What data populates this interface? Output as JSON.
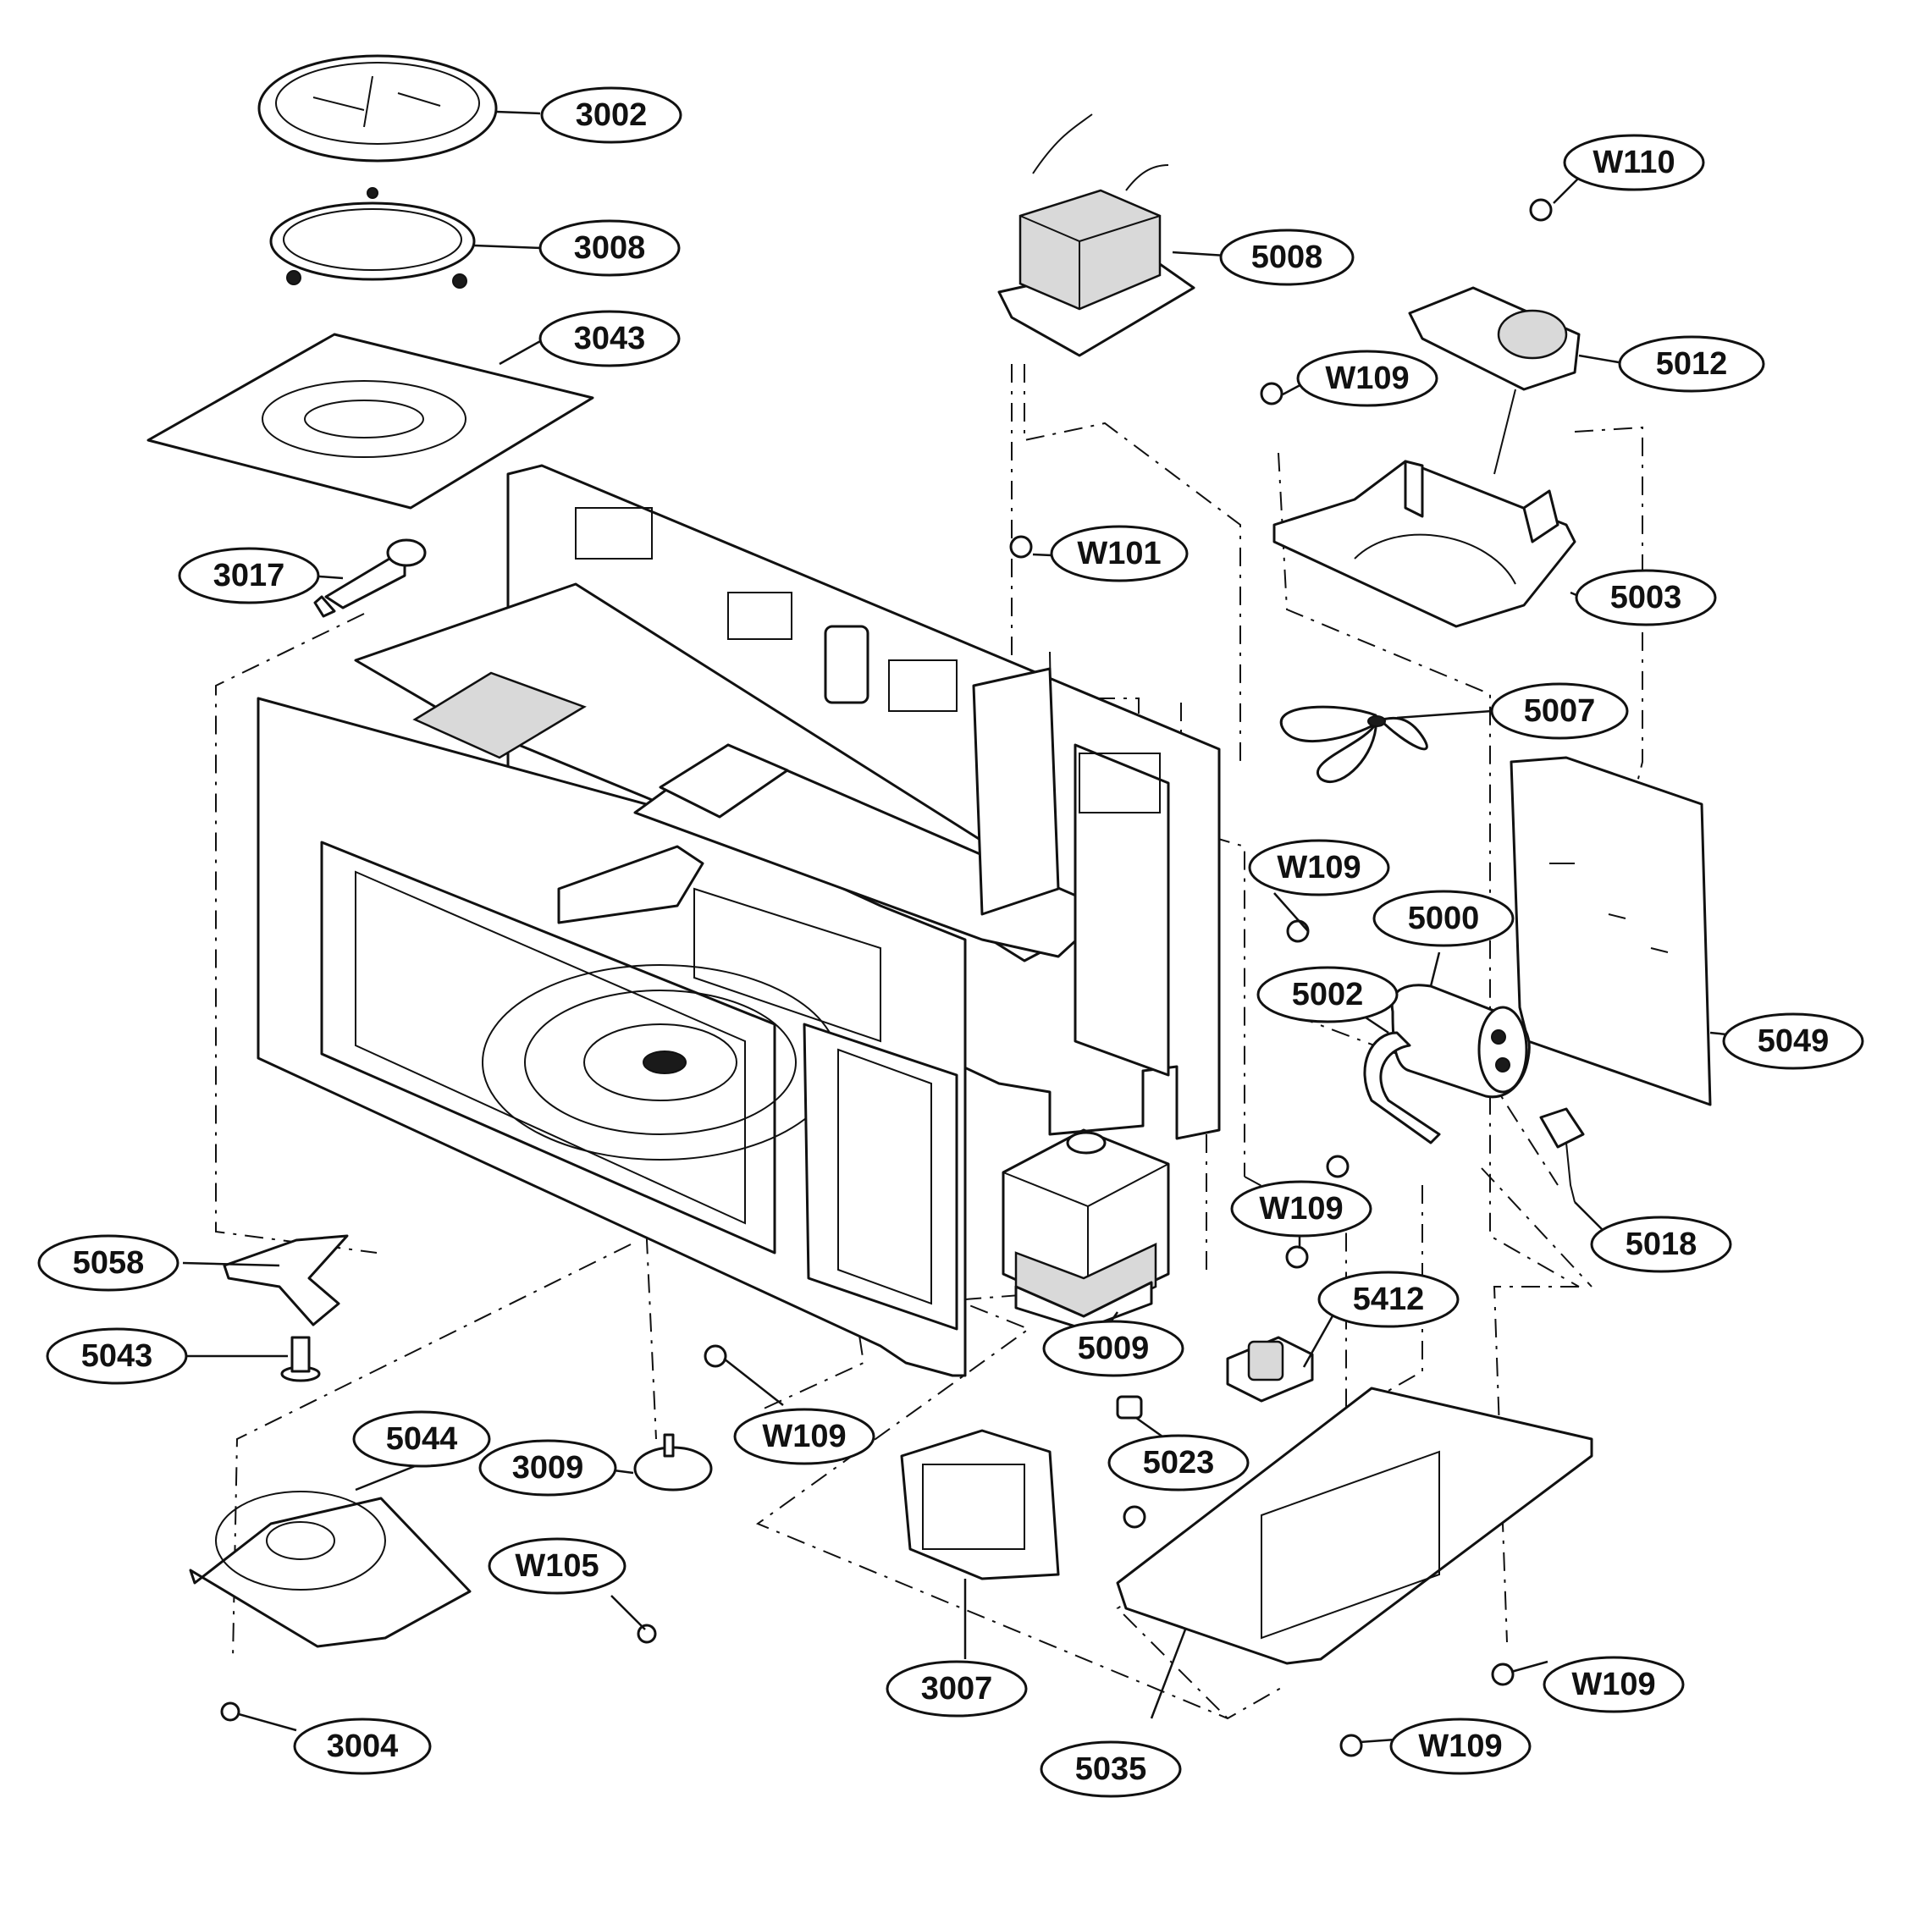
{
  "callouts": {
    "c3002": "3002",
    "c3008": "3008",
    "c3043": "3043",
    "c3017": "3017",
    "c5008": "5008",
    "cW110": "W110",
    "c5012": "5012",
    "cW109a": "W109",
    "cW101": "W101",
    "c5003": "5003",
    "c5007": "5007",
    "cW109b": "W109",
    "c5000": "5000",
    "c5002": "5002",
    "c5049": "5049",
    "c5058": "5058",
    "cW109c": "W109",
    "c5018": "5018",
    "c5412": "5412",
    "c5009": "5009",
    "c5043": "5043",
    "c5044": "5044",
    "c3009": "3009",
    "cW109d": "W109",
    "c5023": "5023",
    "cW105": "W105",
    "c3007": "3007",
    "cW109e": "W109",
    "cW109f": "W109",
    "c5035": "5035",
    "c3004": "3004"
  }
}
